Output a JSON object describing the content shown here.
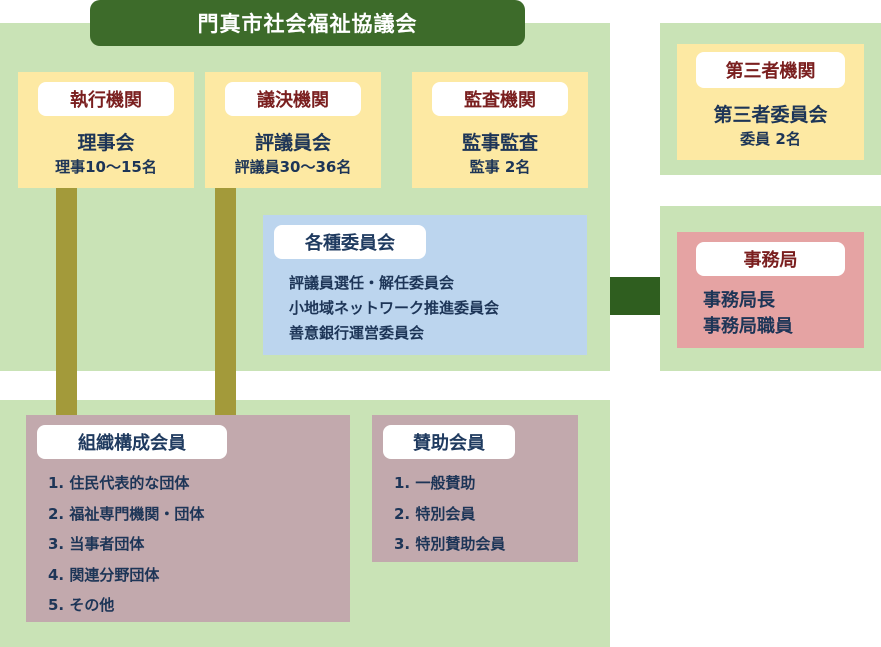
{
  "title": "門真市社会福祉協議会",
  "executive": {
    "label": "執行機関",
    "name": "理事会",
    "detail": "理事10～15名"
  },
  "council": {
    "label": "議決機関",
    "name": "評議員会",
    "detail": "評議員30～36名"
  },
  "audit": {
    "label": "監査機関",
    "name": "監事監査",
    "detail": "監事 2名"
  },
  "committees": {
    "label": "各種委員会",
    "items": [
      "評議員選任・解任委員会",
      "小地域ネットワーク推進委員会",
      "善意銀行運営委員会"
    ]
  },
  "third_party": {
    "label": "第三者機関",
    "name": "第三者委員会",
    "detail": "委員 2名"
  },
  "secretariat": {
    "label": "事務局",
    "items": [
      "事務局長",
      "事務局職員"
    ]
  },
  "members": {
    "label": "組織構成会員",
    "items": [
      "1. 住民代表的な団体",
      "2. 福祉専門機関・団体",
      "3. 当事者団体",
      "4. 関連分野団体",
      "5. その他"
    ]
  },
  "supporting": {
    "label": "賛助会員",
    "items": [
      "1. 一般賛助",
      "2. 特別会員",
      "3. 特別賛助会員"
    ]
  },
  "colors": {
    "panel_green": "#c9e3b6",
    "title_green": "#3d6b2a",
    "yellow_box": "#fde9a3",
    "blue_box": "#bcd5ee",
    "pink_box": "#e5a3a3",
    "mauve_box": "#c2a9ad",
    "connector_olive": "#a39a3a",
    "connector_dark": "#2f5e1f"
  }
}
